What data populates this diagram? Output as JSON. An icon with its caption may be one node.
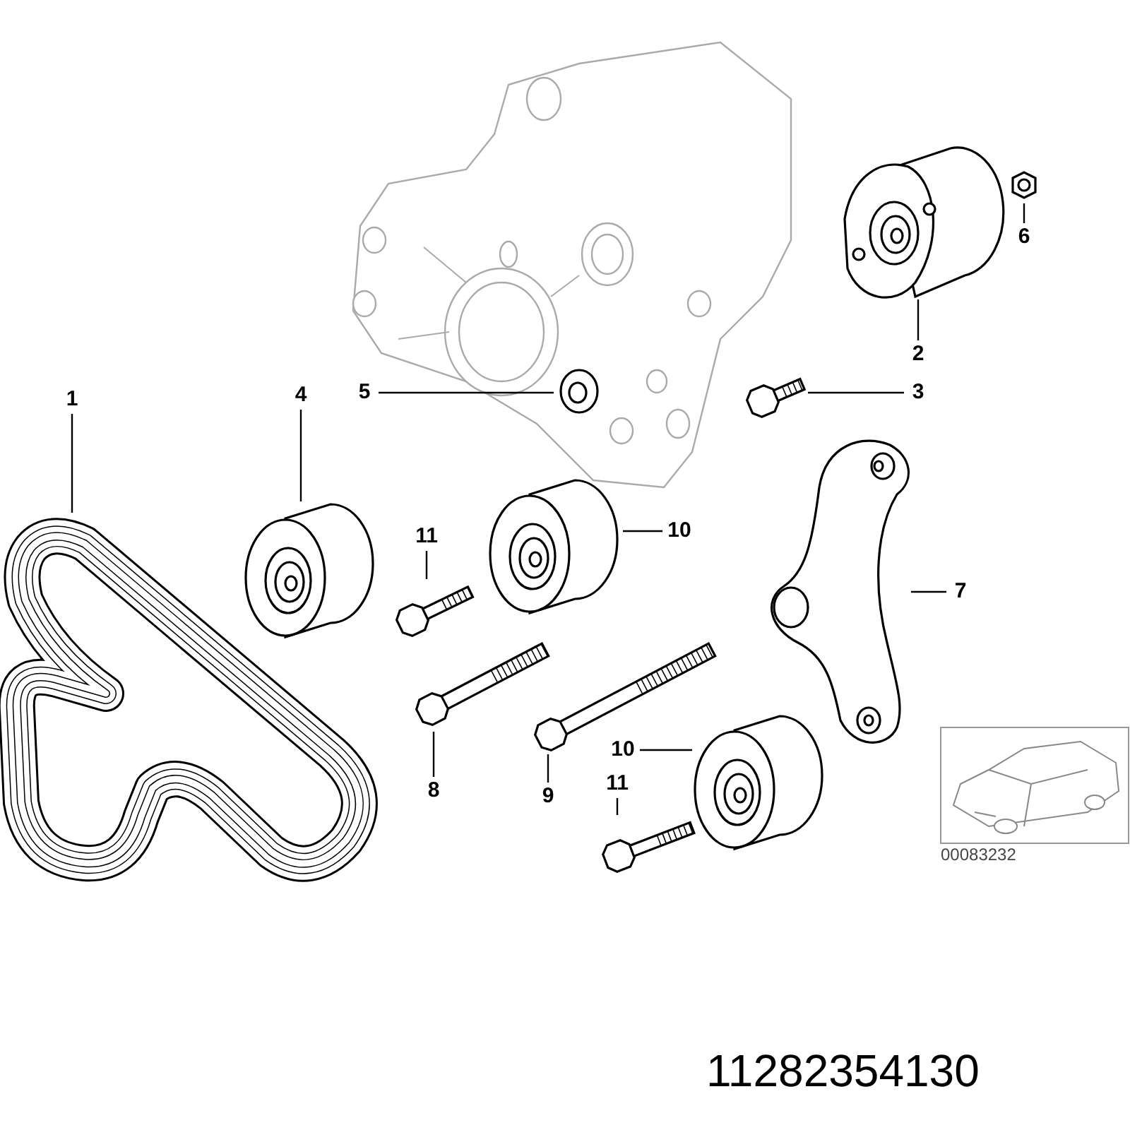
{
  "diagram": {
    "nodes": [
      {
        "text": [
          "6"
        ]
      },
      {
        "text": [
          "2"
        ]
      },
      {
        "text": [
          "5"
        ]
      },
      {
        "text": [
          "3"
        ]
      },
      {
        "text": [
          "1"
        ]
      },
      {
        "text": [
          "4"
        ]
      },
      {
        "text": [
          "10"
        ]
      },
      {
        "text": [
          "11"
        ]
      },
      {
        "text": [
          "7"
        ]
      },
      {
        "text": [
          "8"
        ]
      },
      {
        "text": [
          "9"
        ]
      },
      {
        "text": [
          "10"
        ]
      },
      {
        "text": [
          "11"
        ]
      },
      {
        "text": [],
        "shape": "picture"
      },
      {
        "text": [],
        "shape": "picture"
      },
      {
        "text": [],
        "shape": "picture"
      },
      {
        "text": [],
        "shape": "picture"
      },
      {
        "text": [],
        "shape": "picture"
      },
      {
        "text": [],
        "shape": "picture"
      },
      {
        "text": [],
        "shape": "picture"
      },
      {
        "text": [],
        "shape": "picture"
      },
      {
        "text": [],
        "shape": "picture"
      },
      {
        "text": [],
        "shape": "picture"
      },
      {
        "text": [],
        "shape": "picture"
      },
      {
        "text": [],
        "shape": "picture"
      },
      {
        "text": [],
        "shape": "picture"
      }
    ],
    "edges": [
      {
        "from": 0,
        "to": 13,
        "arrow": "none"
      },
      {
        "from": 1,
        "to": 14,
        "arrow": "none"
      },
      {
        "from": 2,
        "to": 15,
        "arrow": "none"
      },
      {
        "from": 3,
        "to": 16,
        "arrow": "none"
      },
      {
        "from": 4,
        "to": 17,
        "arrow": "none"
      },
      {
        "from": 5,
        "to": 18,
        "arrow": "none"
      },
      {
        "from": 6,
        "to": 19,
        "arrow": "none"
      },
      {
        "from": 7,
        "to": 20,
        "arrow": "none"
      },
      {
        "from": 8,
        "to": 21,
        "arrow": "none"
      },
      {
        "from": 9,
        "to": 22,
        "arrow": "none"
      },
      {
        "from": 10,
        "to": 23,
        "arrow": "none"
      },
      {
        "from": 11,
        "to": 24,
        "arrow": "none"
      },
      {
        "from": 12,
        "to": 25,
        "arrow": "none"
      }
    ],
    "labels": [
      "00083232",
      "11282354130"
    ]
  }
}
